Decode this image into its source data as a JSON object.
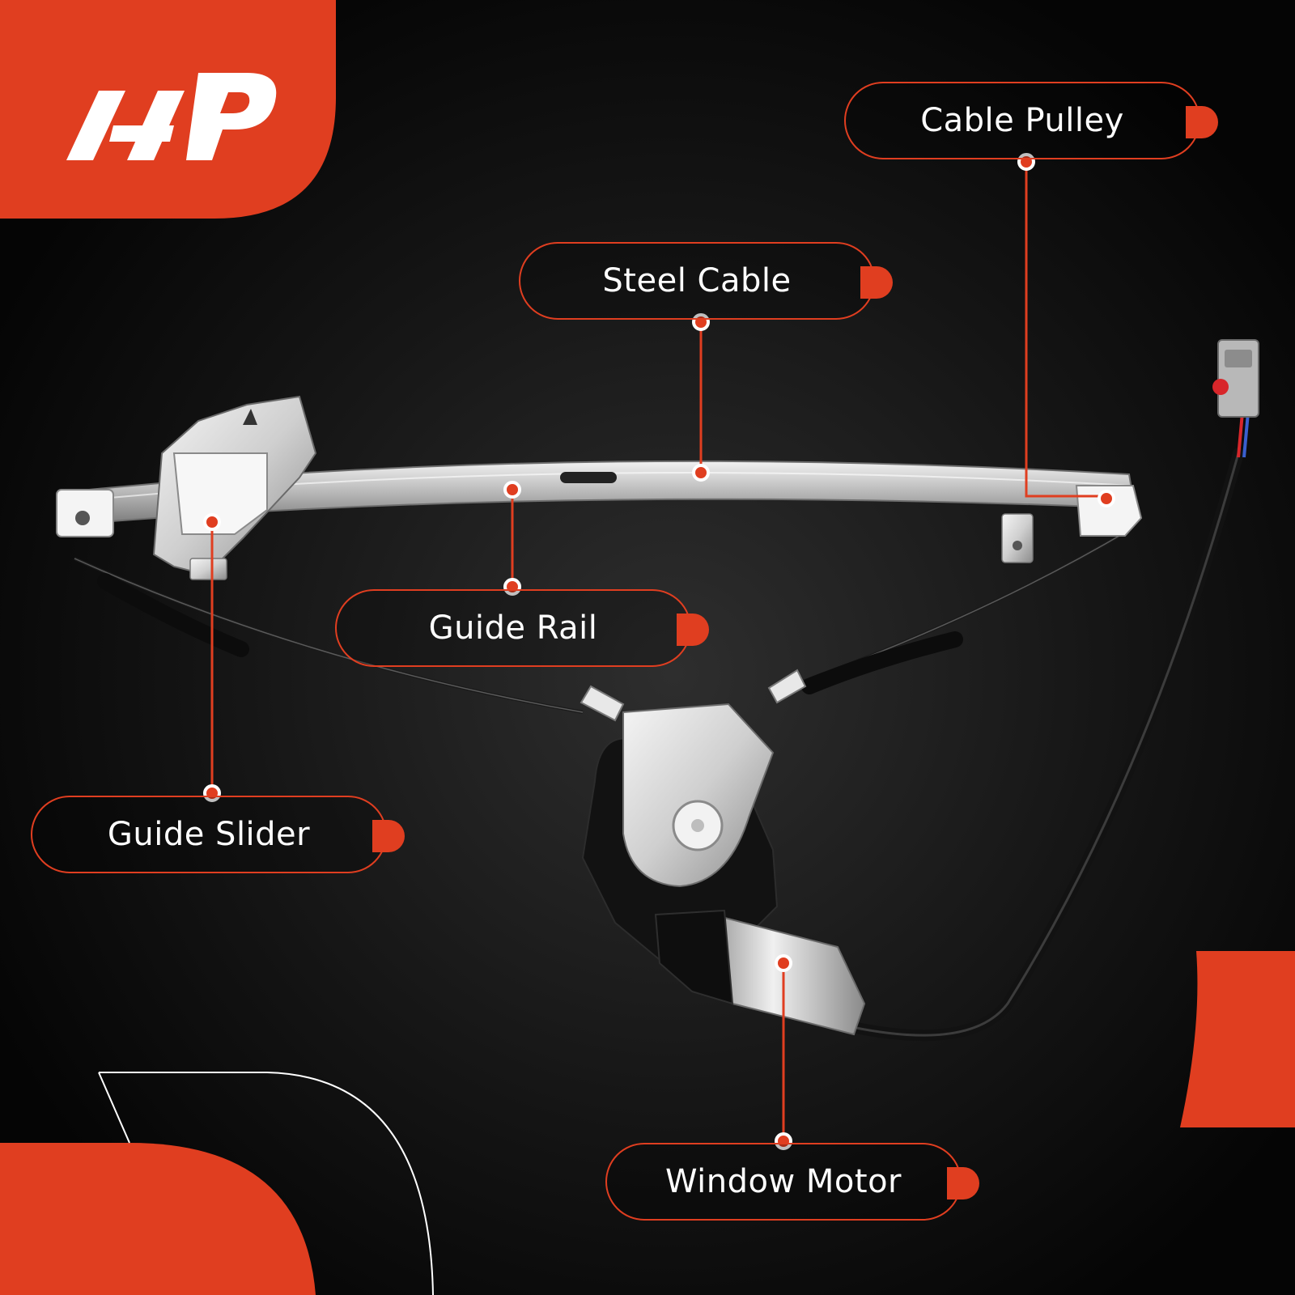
{
  "brand": {
    "accent_color": "#e03e20",
    "logo_icon": "a-premium-logo-icon"
  },
  "callouts": [
    {
      "id": "cable-pulley",
      "label": "Cable Pulley"
    },
    {
      "id": "steel-cable",
      "label": "Steel Cable"
    },
    {
      "id": "guide-rail",
      "label": "Guide Rail"
    },
    {
      "id": "guide-slider",
      "label": "Guide Slider"
    },
    {
      "id": "window-motor",
      "label": "Window Motor"
    }
  ],
  "product_image": {
    "subject": "window-regulator-with-motor-illustration"
  }
}
